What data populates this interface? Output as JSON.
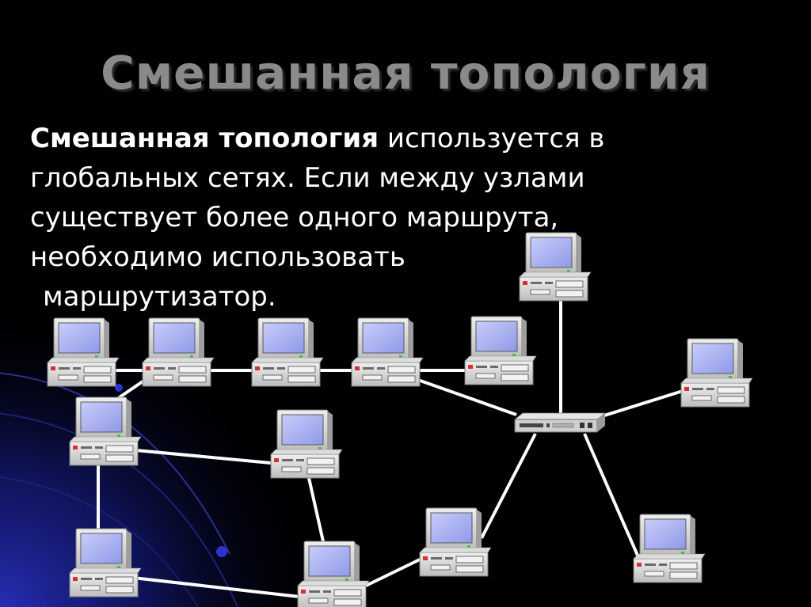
{
  "slide": {
    "title": "Смешанная топология",
    "body": {
      "term": "Смешанная топология",
      "line1_rest": " используется в",
      "line2": "глобальных сетях. Если между узлами",
      "line3": "существует более одного маршрута,",
      "line4": "необходимо использовать",
      "line5": "маршрутизатор."
    }
  },
  "diagram": {
    "nodes": [
      {
        "id": "pc-top-right",
        "type": "computer"
      },
      {
        "id": "pc-row1-1",
        "type": "computer"
      },
      {
        "id": "pc-row1-2",
        "type": "computer"
      },
      {
        "id": "pc-row1-3",
        "type": "computer"
      },
      {
        "id": "pc-row1-4",
        "type": "computer"
      },
      {
        "id": "pc-row1-5",
        "type": "computer"
      },
      {
        "id": "pc-right",
        "type": "computer"
      },
      {
        "id": "pc-left-mid",
        "type": "computer"
      },
      {
        "id": "pc-center",
        "type": "computer"
      },
      {
        "id": "pc-left-bottom",
        "type": "computer"
      },
      {
        "id": "pc-bottom-center",
        "type": "computer"
      },
      {
        "id": "pc-bottom-mid",
        "type": "computer"
      },
      {
        "id": "pc-bottom-right",
        "type": "computer"
      },
      {
        "id": "router",
        "type": "router"
      }
    ],
    "links": [
      [
        "pc-row1-1",
        "pc-row1-2"
      ],
      [
        "pc-row1-2",
        "pc-row1-3"
      ],
      [
        "pc-row1-3",
        "pc-row1-4"
      ],
      [
        "pc-row1-4",
        "pc-row1-5"
      ],
      [
        "pc-row1-2",
        "pc-left-mid"
      ],
      [
        "pc-row1-4",
        "router"
      ],
      [
        "pc-top-right",
        "router"
      ],
      [
        "pc-right",
        "router"
      ],
      [
        "router",
        "pc-bottom-mid"
      ],
      [
        "router",
        "pc-bottom-right"
      ],
      [
        "pc-left-mid",
        "pc-center"
      ],
      [
        "pc-left-mid",
        "pc-left-bottom"
      ],
      [
        "pc-center",
        "pc-bottom-center"
      ],
      [
        "pc-left-bottom",
        "pc-bottom-center"
      ],
      [
        "pc-bottom-center",
        "pc-bottom-mid"
      ]
    ]
  },
  "colors": {
    "background": "#000000",
    "title": "#8a8a8a",
    "text": "#ffffff",
    "link": "#ffffff",
    "screen": "#a9b3f2",
    "case": "#d0d0d0",
    "accent_swoosh": "#1a1f8c"
  }
}
